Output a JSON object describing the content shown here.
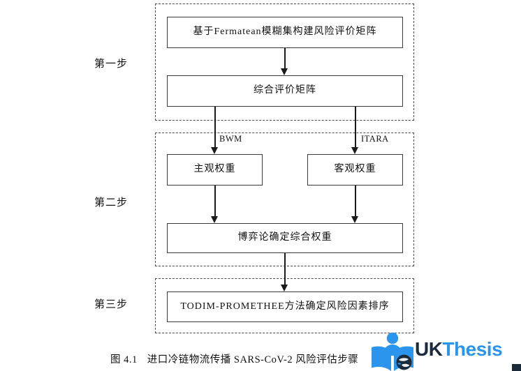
{
  "flow": {
    "step_groups": [
      {
        "step_label": "第一步",
        "boxes": [
          "基于Fermatean模糊集构建风险评价矩阵",
          "综合评价矩阵"
        ]
      },
      {
        "step_label": "第二步",
        "arrow_labels": [
          "BWM",
          "ITARA"
        ],
        "boxes": [
          "主观权重",
          "客观权重",
          "博弈论确定综合权重"
        ]
      },
      {
        "step_label": "第三步",
        "boxes": [
          "TODIM-PROMETHEE方法确定风险因素排序"
        ]
      }
    ]
  },
  "caption": {
    "figure_no": "图 4.1",
    "text": "进口冷链物流传播 SARS-CoV-2 风险评估步骤"
  },
  "watermark": {
    "brand_prefix": "UK",
    "brand_suffix": "Thesis",
    "icon": "reader-open-book-globe-icon",
    "accent_blue": "#2b95ee",
    "navy": "#1c2b3c"
  }
}
